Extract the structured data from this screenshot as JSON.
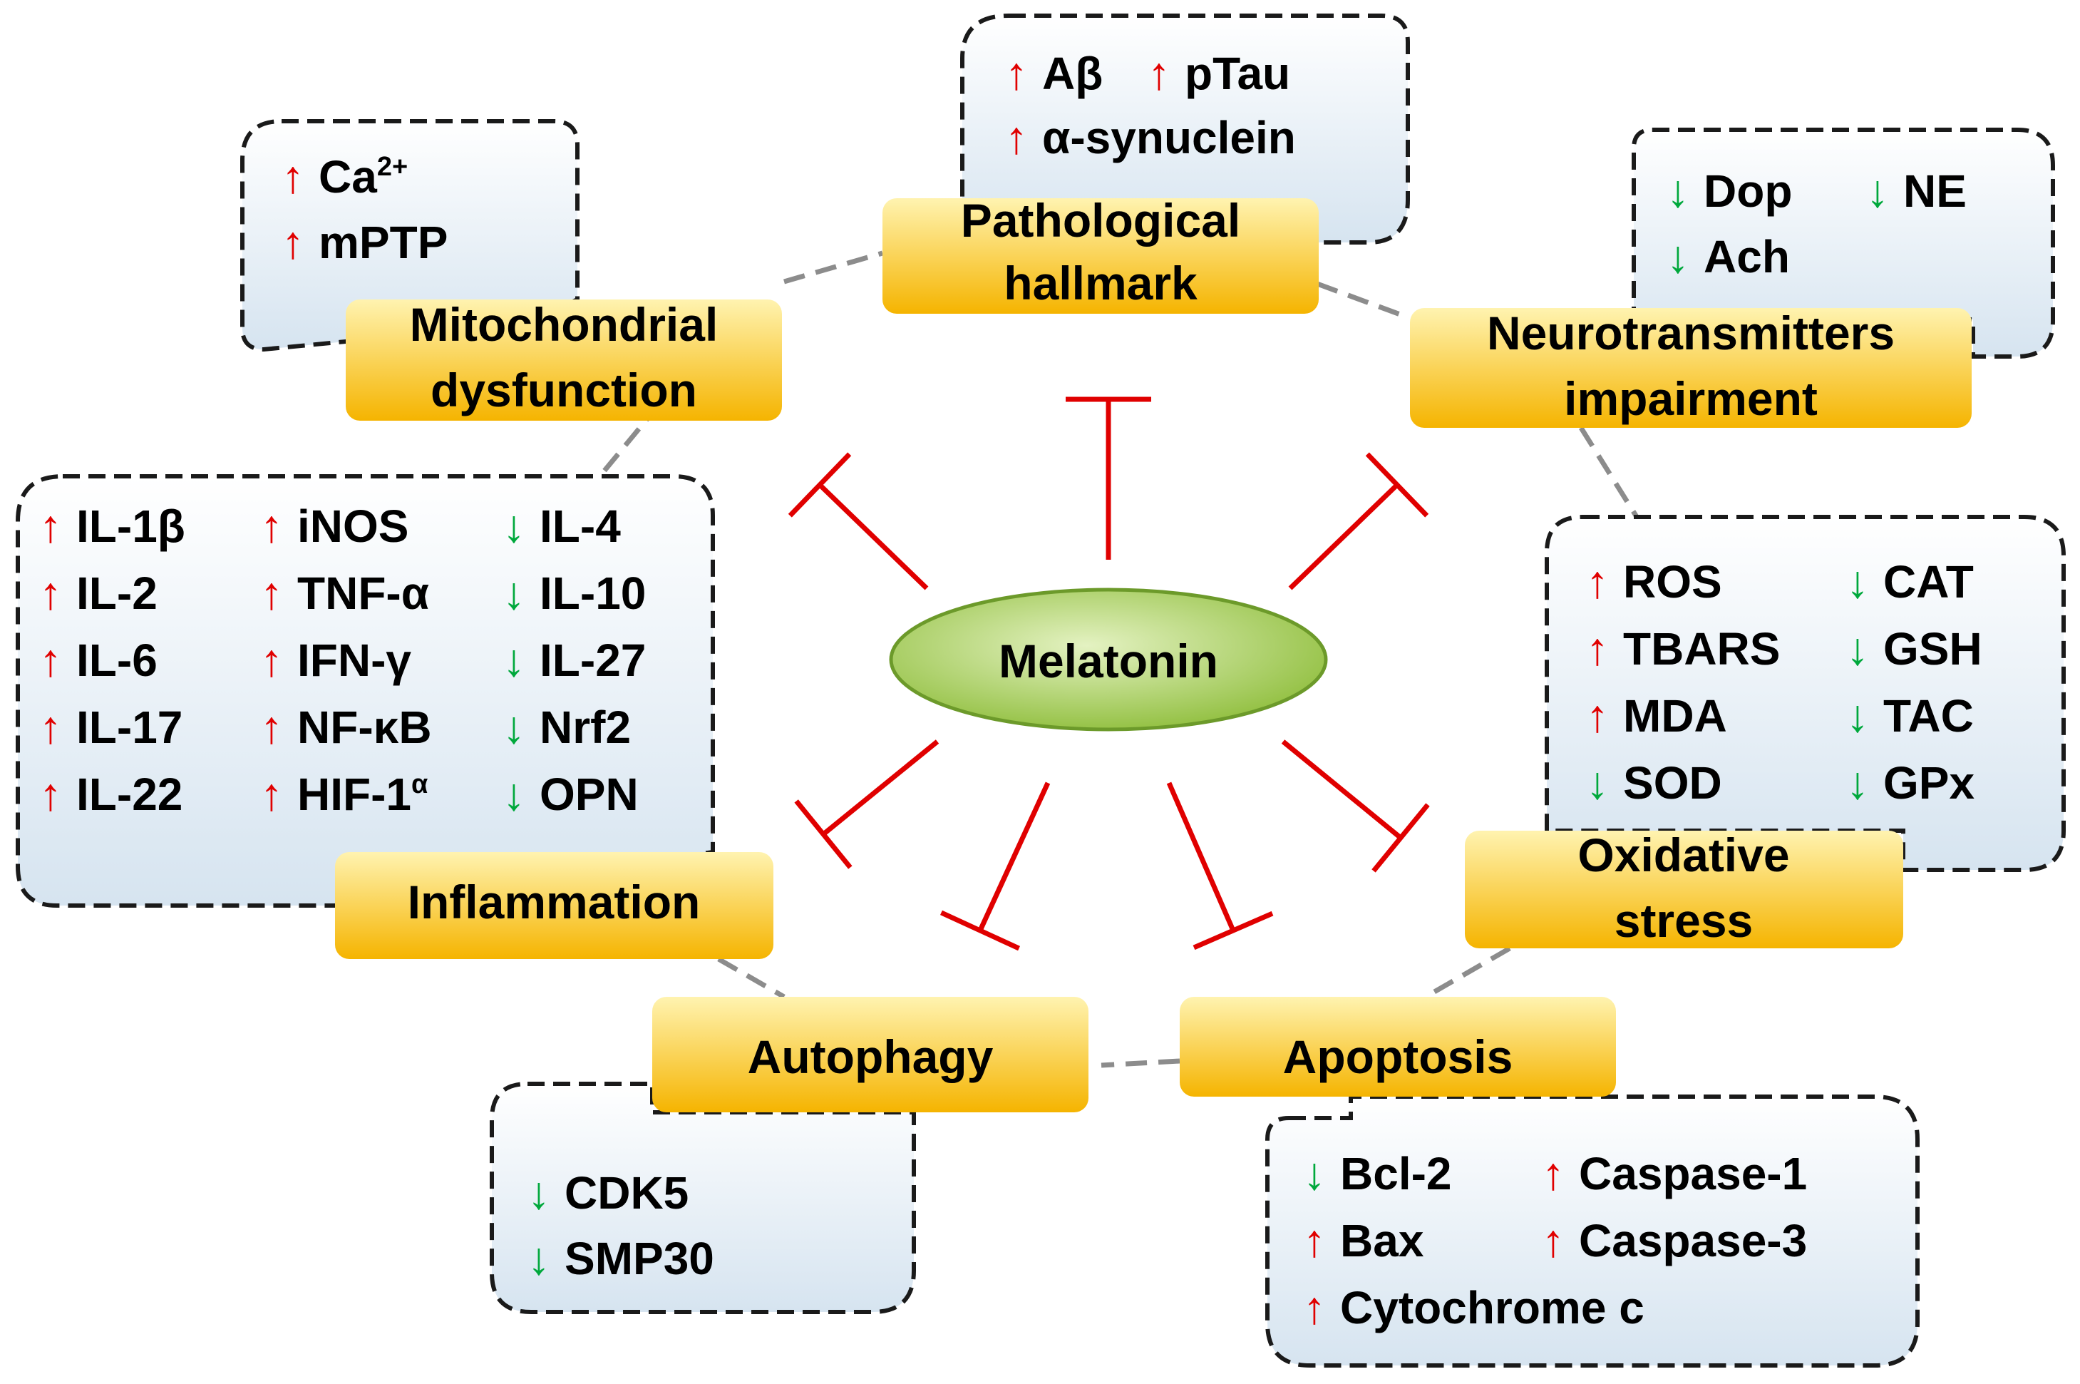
{
  "colors": {
    "up_arrow": "#E00000",
    "down_arrow": "#00A83C",
    "inhibition": "#E00000",
    "header_top": "#FFF3B0",
    "header_bottom": "#F5B400",
    "panel_top": "#FFFFFF",
    "panel_bottom": "#D6E4F0",
    "center_fill": "#8FBE3C",
    "connector": "#8C8C8C"
  },
  "center": {
    "label": "Melatonin"
  },
  "panels": [
    {
      "id": "pathological",
      "header": [
        "Pathological",
        "hallmark"
      ],
      "markers": [
        {
          "dir": "up",
          "text": "Aβ"
        },
        {
          "dir": "up",
          "text": "pTau"
        },
        {
          "dir": "up",
          "text": "α-synuclein"
        }
      ]
    },
    {
      "id": "mitochondrial",
      "header": [
        "Mitochondrial",
        "dysfunction"
      ],
      "markers": [
        {
          "dir": "up",
          "text": "Ca",
          "sup": "2+"
        },
        {
          "dir": "up",
          "text": "mPTP"
        }
      ]
    },
    {
      "id": "neurotransmitters",
      "header": [
        "Neurotransmitters",
        "impairment"
      ],
      "markers": [
        {
          "dir": "down",
          "text": "Dop"
        },
        {
          "dir": "down",
          "text": "NE"
        },
        {
          "dir": "down",
          "text": "Ach"
        }
      ]
    },
    {
      "id": "inflammation",
      "header": [
        "Inflammation"
      ],
      "markers": [
        {
          "dir": "up",
          "text": "IL-1β"
        },
        {
          "dir": "up",
          "text": "iNOS"
        },
        {
          "dir": "down",
          "text": "IL-4"
        },
        {
          "dir": "up",
          "text": "IL-2"
        },
        {
          "dir": "up",
          "text": "TNF-α"
        },
        {
          "dir": "down",
          "text": "IL-10"
        },
        {
          "dir": "up",
          "text": "IL-6"
        },
        {
          "dir": "up",
          "text": "IFN-γ"
        },
        {
          "dir": "down",
          "text": "IL-27"
        },
        {
          "dir": "up",
          "text": "IL-17"
        },
        {
          "dir": "up",
          "text": "NF-κB"
        },
        {
          "dir": "down",
          "text": "Nrf2"
        },
        {
          "dir": "up",
          "text": "IL-22"
        },
        {
          "dir": "up",
          "text": "HIF-1",
          "sup": "α"
        },
        {
          "dir": "down",
          "text": "OPN"
        }
      ]
    },
    {
      "id": "oxidative",
      "header": [
        "Oxidative",
        "stress"
      ],
      "markers": [
        {
          "dir": "up",
          "text": "ROS"
        },
        {
          "dir": "down",
          "text": "CAT"
        },
        {
          "dir": "up",
          "text": "TBARS"
        },
        {
          "dir": "down",
          "text": "GSH"
        },
        {
          "dir": "up",
          "text": "MDA"
        },
        {
          "dir": "down",
          "text": "TAC"
        },
        {
          "dir": "down",
          "text": "SOD"
        },
        {
          "dir": "down",
          "text": "GPx"
        }
      ]
    },
    {
      "id": "autophagy",
      "header": [
        "Autophagy"
      ],
      "markers": [
        {
          "dir": "down",
          "text": "CDK5"
        },
        {
          "dir": "down",
          "text": "SMP30"
        }
      ]
    },
    {
      "id": "apoptosis",
      "header": [
        "Apoptosis"
      ],
      "markers": [
        {
          "dir": "down",
          "text": "Bcl-2"
        },
        {
          "dir": "up",
          "text": "Caspase-1"
        },
        {
          "dir": "up",
          "text": "Bax"
        },
        {
          "dir": "up",
          "text": "Caspase-3"
        },
        {
          "dir": "up",
          "text": "Cytochrome c"
        }
      ]
    }
  ]
}
